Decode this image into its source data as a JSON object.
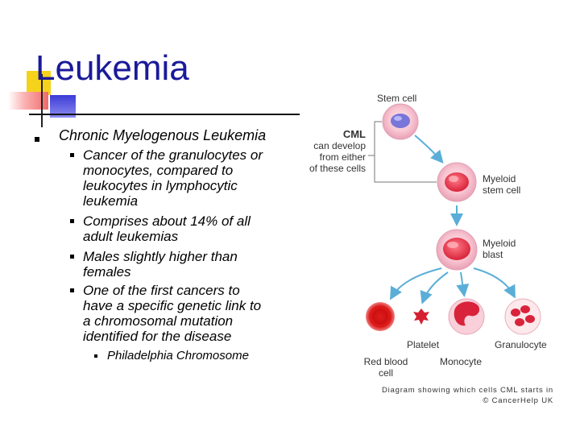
{
  "slide": {
    "title": "Leukemia",
    "bullet1": "Chronic Myelogenous Leukemia",
    "sub_bullets": [
      [
        "Cancer of the granulocytes or",
        "monocytes, compared to",
        "leukocytes in lymphocytic",
        "leukemia"
      ],
      [
        "Comprises about 14% of all",
        "adult leukemias"
      ],
      [
        "Males slightly higher than",
        "females"
      ],
      [
        "One of the first cancers to",
        "have a specific genetic link to",
        "a chromosomal mutation",
        "identified for the disease"
      ]
    ],
    "sub_sub_bullet": "Philadelphia Chromosome"
  },
  "diagram": {
    "stem_cell": "Stem cell",
    "cml_title": "CML",
    "cml_lines": [
      "can develop",
      "from either",
      "of these cells"
    ],
    "myeloid_stem_cell": [
      "Myeloid",
      "stem cell"
    ],
    "myeloid_blast": [
      "Myeloid",
      "blast"
    ],
    "platelet": "Platelet",
    "granulocyte": "Granulocyte",
    "red_blood_cell": [
      "Red blood",
      "cell"
    ],
    "monocyte": "Monocyte",
    "credit": [
      "Diagram showing which cells CML starts in",
      "© CancerHelp UK"
    ]
  },
  "colors": {
    "title": "#1a1a9a",
    "deco_yellow": "#f5d21c",
    "deco_red": "#f06a6a",
    "deco_blue": "#3b3bd6",
    "arrow": "#5aaed8"
  }
}
